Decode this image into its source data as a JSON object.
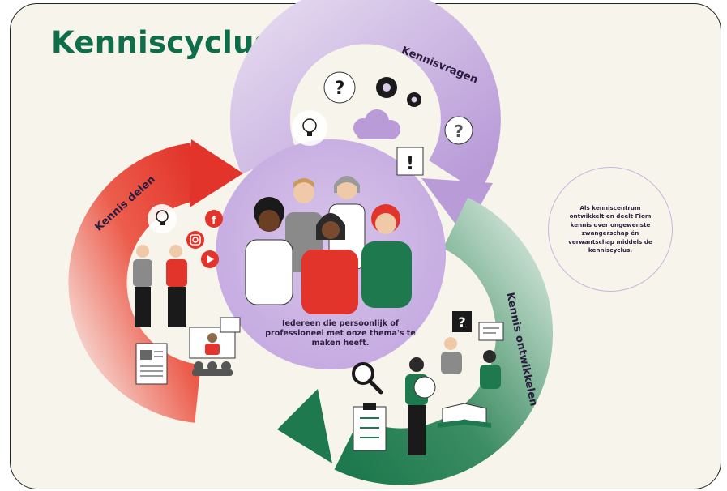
{
  "title": "Kenniscyclus",
  "labels": {
    "top": "Kennisvragen",
    "right": "Kennis ontwikkelen",
    "left": "Kennis delen"
  },
  "center_text": "Iedereen die persoonlijk of professioneel met onze thema's te maken heeft.",
  "info_text": "Als kenniscentrum ontwikkelt en deelt Fiom kennis over ongewenste zwangerschap én verwantschap middels de kenniscyclus.",
  "symbols": {
    "question": "?",
    "exclamation": "!"
  },
  "colors": {
    "title_green": "#0f6e4a",
    "purple": "#c2a8de",
    "green": "#1e7a4e",
    "red": "#e2342a",
    "background": "#f7f4ec"
  },
  "icons": [
    "lightbulb-icon",
    "gear-icon",
    "cloud-icon",
    "question-icon",
    "exclamation-icon",
    "facebook-icon",
    "instagram-icon",
    "youtube-icon",
    "magnifier-icon",
    "clipboard-icon",
    "book-icon",
    "newspaper-icon",
    "video-call-icon",
    "chat-bubble-icon"
  ]
}
